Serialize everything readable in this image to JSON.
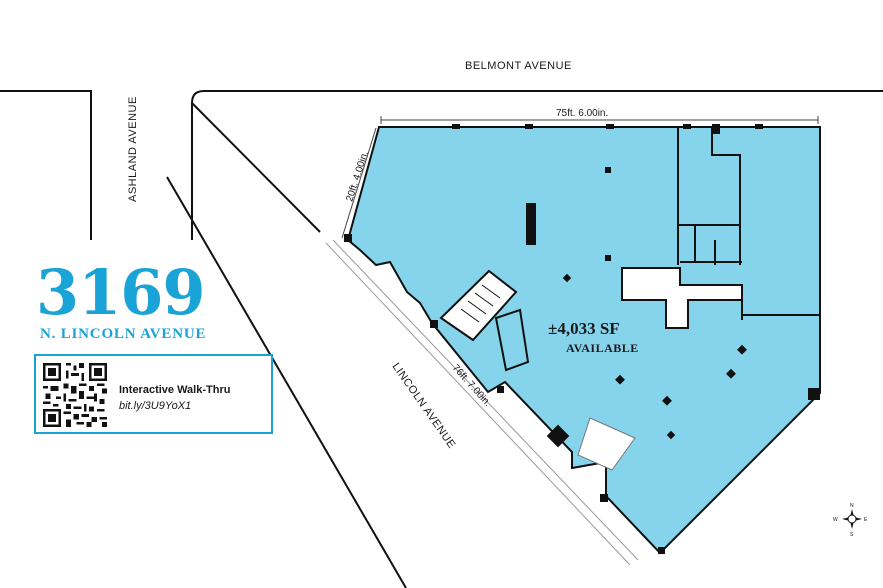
{
  "streets": {
    "belmont": "BELMONT AVENUE",
    "ashland": "ASHLAND AVENUE",
    "lincoln": "LINCOLN AVENUE"
  },
  "dimensions": {
    "top": "75ft. 6.00in.",
    "left": "20ft. 4.00in.",
    "diagonal": "76ft. 7.00in."
  },
  "property": {
    "number": "3169",
    "street": "N. LINCOLN AVENUE",
    "area": "±4,033 SF",
    "status": "AVAILABLE"
  },
  "walkthru": {
    "title": "Interactive Walk-Thru",
    "link": "bit.ly/3U9YoX1"
  },
  "compass": {
    "n": "N",
    "s": "S",
    "e": "E",
    "w": "W"
  },
  "colors": {
    "floor": "#86d4ec",
    "accent": "#1aa3d6",
    "wall": "#111111"
  },
  "icons": [
    "qr-code-icon",
    "compass-rose-icon"
  ]
}
